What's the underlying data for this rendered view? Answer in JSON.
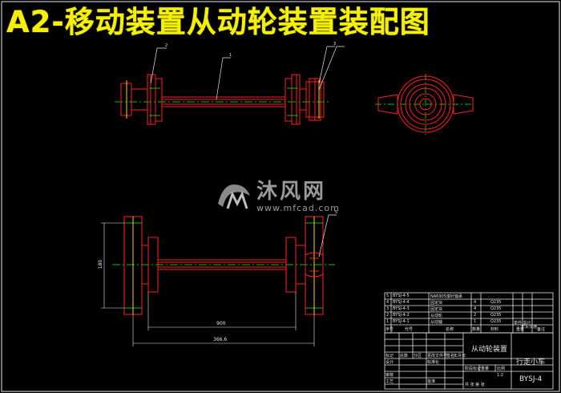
{
  "drawing": {
    "title": "A2-移动装置从动轮装置装配图"
  },
  "watermark": {
    "brand": "沐风网",
    "url": "www.mfcad.com"
  },
  "balloons": {
    "top_left": "2",
    "top_center": "1",
    "top_right": "3",
    "bottom_right": "5"
  },
  "dimensions": {
    "height": "180",
    "inner_width": "900",
    "overall_width": "366.6"
  },
  "parts_list": {
    "rows": [
      {
        "no": "5",
        "code": "BYSJ-4-5",
        "name": "NA6905滚针轴承",
        "qty": "",
        "material": ""
      },
      {
        "no": "4",
        "code": "BYSJ-4-4",
        "name": "固定块",
        "qty": "4",
        "material": "Q235"
      },
      {
        "no": "3",
        "code": "BYSJ-4-3",
        "name": "固定块",
        "qty": "4",
        "material": "Q235"
      },
      {
        "no": "2",
        "code": "BYSJ-4-2",
        "name": "从动轮",
        "qty": "2",
        "material": "Q235"
      },
      {
        "no": "1",
        "code": "BYSJ-4-1",
        "name": "从动轴",
        "qty": "1",
        "material": "Q235"
      }
    ],
    "header": {
      "no": "序号",
      "code": "代号",
      "name": "名称",
      "qty": "数量",
      "material": "材料",
      "weight": "单件 总计",
      "mass": "重量",
      "remark": "备注"
    }
  },
  "title_block": {
    "drawing_name": "从动轮装置",
    "product_name": "行走小车",
    "drawing_no": "BYSJ-4",
    "labels": {
      "mark": "标记",
      "count": "处数",
      "zone": "分区",
      "change_doc": "更改文件号",
      "sign": "签名",
      "date": "年月日",
      "design": "设计",
      "check": "审核",
      "process": "工艺",
      "standard": "标准化",
      "approve": "批准",
      "stage": "阶段标记",
      "weight": "重量",
      "scale": "比例",
      "sheets": "共 张 第 张",
      "scale_val": "1:2",
      "org": "华东交通"
    }
  }
}
